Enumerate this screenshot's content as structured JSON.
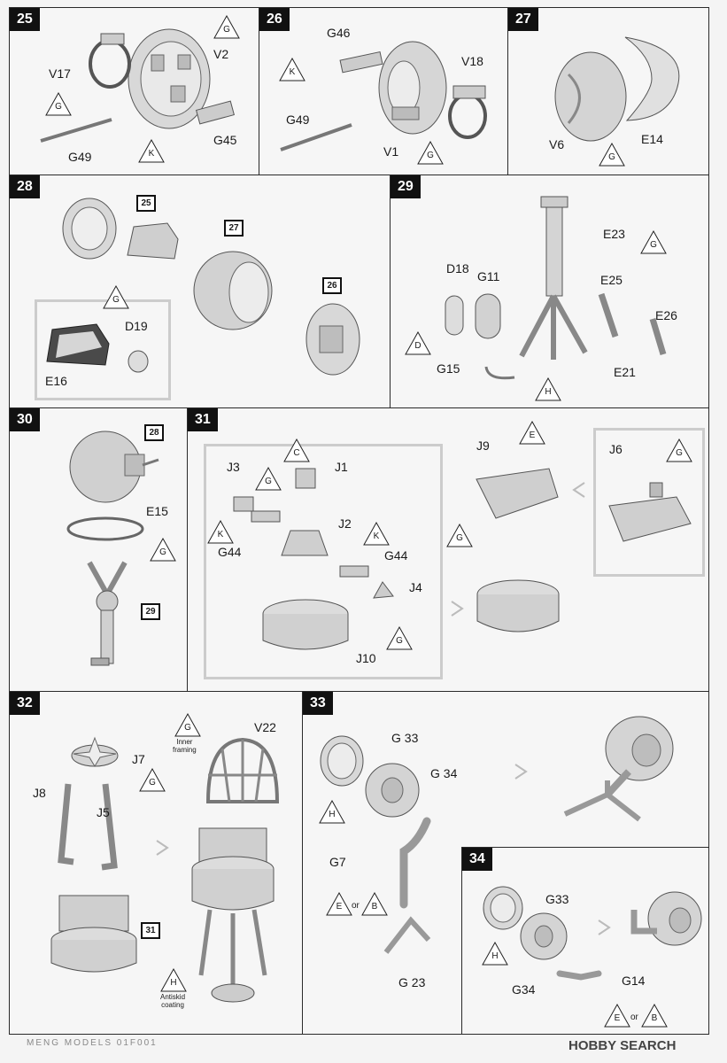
{
  "steps": {
    "s25": {
      "num": "25",
      "labels": {
        "v17": "V17",
        "v2": "V2",
        "g45": "G45",
        "g49": "G49"
      },
      "tri": {
        "g1": "G",
        "g2": "G",
        "k": "K"
      }
    },
    "s26": {
      "num": "26",
      "labels": {
        "g46": "G46",
        "v18": "V18",
        "g49": "G49",
        "v1": "V1"
      },
      "tri": {
        "k": "K",
        "g": "G"
      }
    },
    "s27": {
      "num": "27",
      "labels": {
        "v6": "V6",
        "e14": "E14"
      },
      "tri": {
        "g": "G"
      }
    },
    "s28": {
      "num": "28",
      "refs": {
        "r25": "25",
        "r27": "27",
        "r26": "26"
      },
      "labels": {
        "d19": "D19",
        "e16": "E16"
      },
      "tri": {
        "g": "G"
      }
    },
    "s29": {
      "num": "29",
      "labels": {
        "e23": "E23",
        "d18": "D18",
        "g11": "G11",
        "e25": "E25",
        "e26": "E26",
        "g15": "G15",
        "e21": "E21"
      },
      "tri": {
        "g": "G",
        "d": "D",
        "h": "H"
      }
    },
    "s30": {
      "num": "30",
      "refs": {
        "r28": "28",
        "r29": "29"
      },
      "labels": {
        "e15": "E15"
      },
      "tri": {
        "g": "G"
      }
    },
    "s31": {
      "num": "31",
      "labels": {
        "j1": "J1",
        "j3": "J3",
        "j2": "J2",
        "g44a": "G44",
        "g44b": "G44",
        "j4": "J4",
        "j10": "J10",
        "j9": "J9",
        "j6": "J6"
      },
      "tri": {
        "c": "C",
        "g1": "G",
        "k1": "K",
        "k2": "K",
        "g2": "G",
        "e": "E",
        "g3": "G",
        "g4": "G"
      }
    },
    "s32": {
      "num": "32",
      "refs": {
        "r31": "31"
      },
      "labels": {
        "j7": "J7",
        "j8": "J8",
        "j5": "J5",
        "v22": "V22"
      },
      "notes": {
        "inner": "Inner\nframing",
        "antiskid": "Antiskid\ncoating"
      },
      "tri": {
        "g1": "G",
        "g2": "G",
        "h": "H"
      }
    },
    "s33": {
      "num": "33",
      "labels": {
        "g33": "G 33",
        "g34": "G 34",
        "g7": "G7",
        "g23": "G 23",
        "or": "or"
      },
      "tri": {
        "h": "H",
        "e": "E",
        "b": "B"
      }
    },
    "s34": {
      "num": "34",
      "labels": {
        "g33": "G33",
        "g34": "G34",
        "g14": "G14",
        "or": "or"
      },
      "tri": {
        "h": "H",
        "e": "E",
        "b": "B"
      }
    }
  },
  "footer": {
    "brand": "MENG MODELS 01F001",
    "watermark": "HOBBY SEARCH"
  }
}
